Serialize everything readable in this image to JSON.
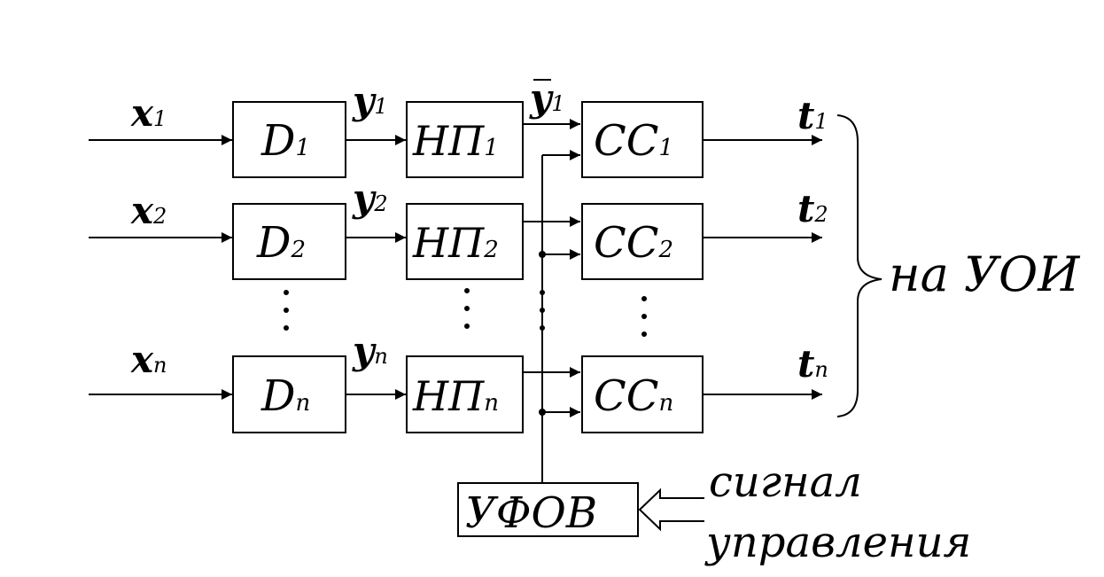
{
  "inputs": [
    {
      "main": "x",
      "sub": "1"
    },
    {
      "main": "x",
      "sub": "2"
    },
    {
      "main": "x",
      "sub": "n"
    }
  ],
  "d_blocks": [
    {
      "main": "D",
      "sub": "1"
    },
    {
      "main": "D",
      "sub": "2"
    },
    {
      "main": "D",
      "sub": "n"
    }
  ],
  "y_signals": [
    {
      "main": "y",
      "sub": "1"
    },
    {
      "main": "y",
      "sub": "2"
    },
    {
      "main": "y",
      "sub": "n"
    }
  ],
  "np_blocks": [
    {
      "main": "НП",
      "sub": "1"
    },
    {
      "main": "НП",
      "sub": "2"
    },
    {
      "main": "НП",
      "sub": "n"
    }
  ],
  "ybar_label": {
    "main": "y",
    "sub": "1"
  },
  "cc_blocks": [
    {
      "main": "СС",
      "sub": "1"
    },
    {
      "main": "СС",
      "sub": "2"
    },
    {
      "main": "СС",
      "sub": "n"
    }
  ],
  "outputs": [
    {
      "main": "t",
      "sub": "1"
    },
    {
      "main": "t",
      "sub": "2"
    },
    {
      "main": "t",
      "sub": "n"
    }
  ],
  "destination": "на УОИ",
  "ufov_block": "УФОВ",
  "control_signal": {
    "line1": "сигнал",
    "line2": "управления"
  }
}
